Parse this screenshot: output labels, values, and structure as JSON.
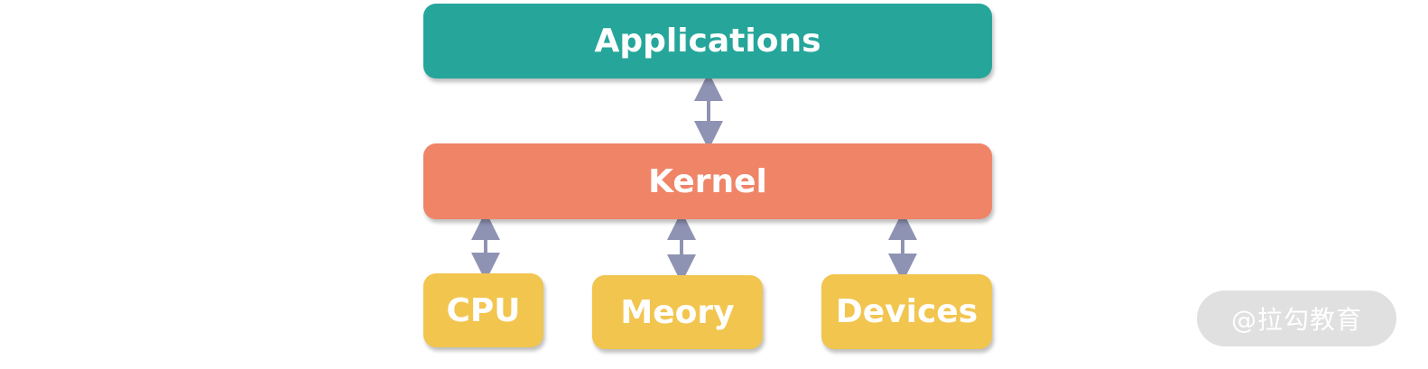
{
  "diagram": {
    "nodes": {
      "applications": {
        "label": "Applications",
        "color": "#26a69a"
      },
      "kernel": {
        "label": "Kernel",
        "color": "#f08467"
      },
      "cpu": {
        "label": "CPU",
        "color": "#f2c54f"
      },
      "memory": {
        "label": "Meory",
        "color": "#f2c54f"
      },
      "devices": {
        "label": "Devices",
        "color": "#f2c54f"
      }
    },
    "connector_color": "#8f93b3",
    "edges": [
      {
        "from": "applications",
        "to": "kernel",
        "direction": "bidirectional"
      },
      {
        "from": "kernel",
        "to": "cpu",
        "direction": "bidirectional"
      },
      {
        "from": "kernel",
        "to": "memory",
        "direction": "bidirectional"
      },
      {
        "from": "kernel",
        "to": "devices",
        "direction": "bidirectional"
      }
    ]
  },
  "watermark": {
    "text": "@拉勾教育"
  }
}
